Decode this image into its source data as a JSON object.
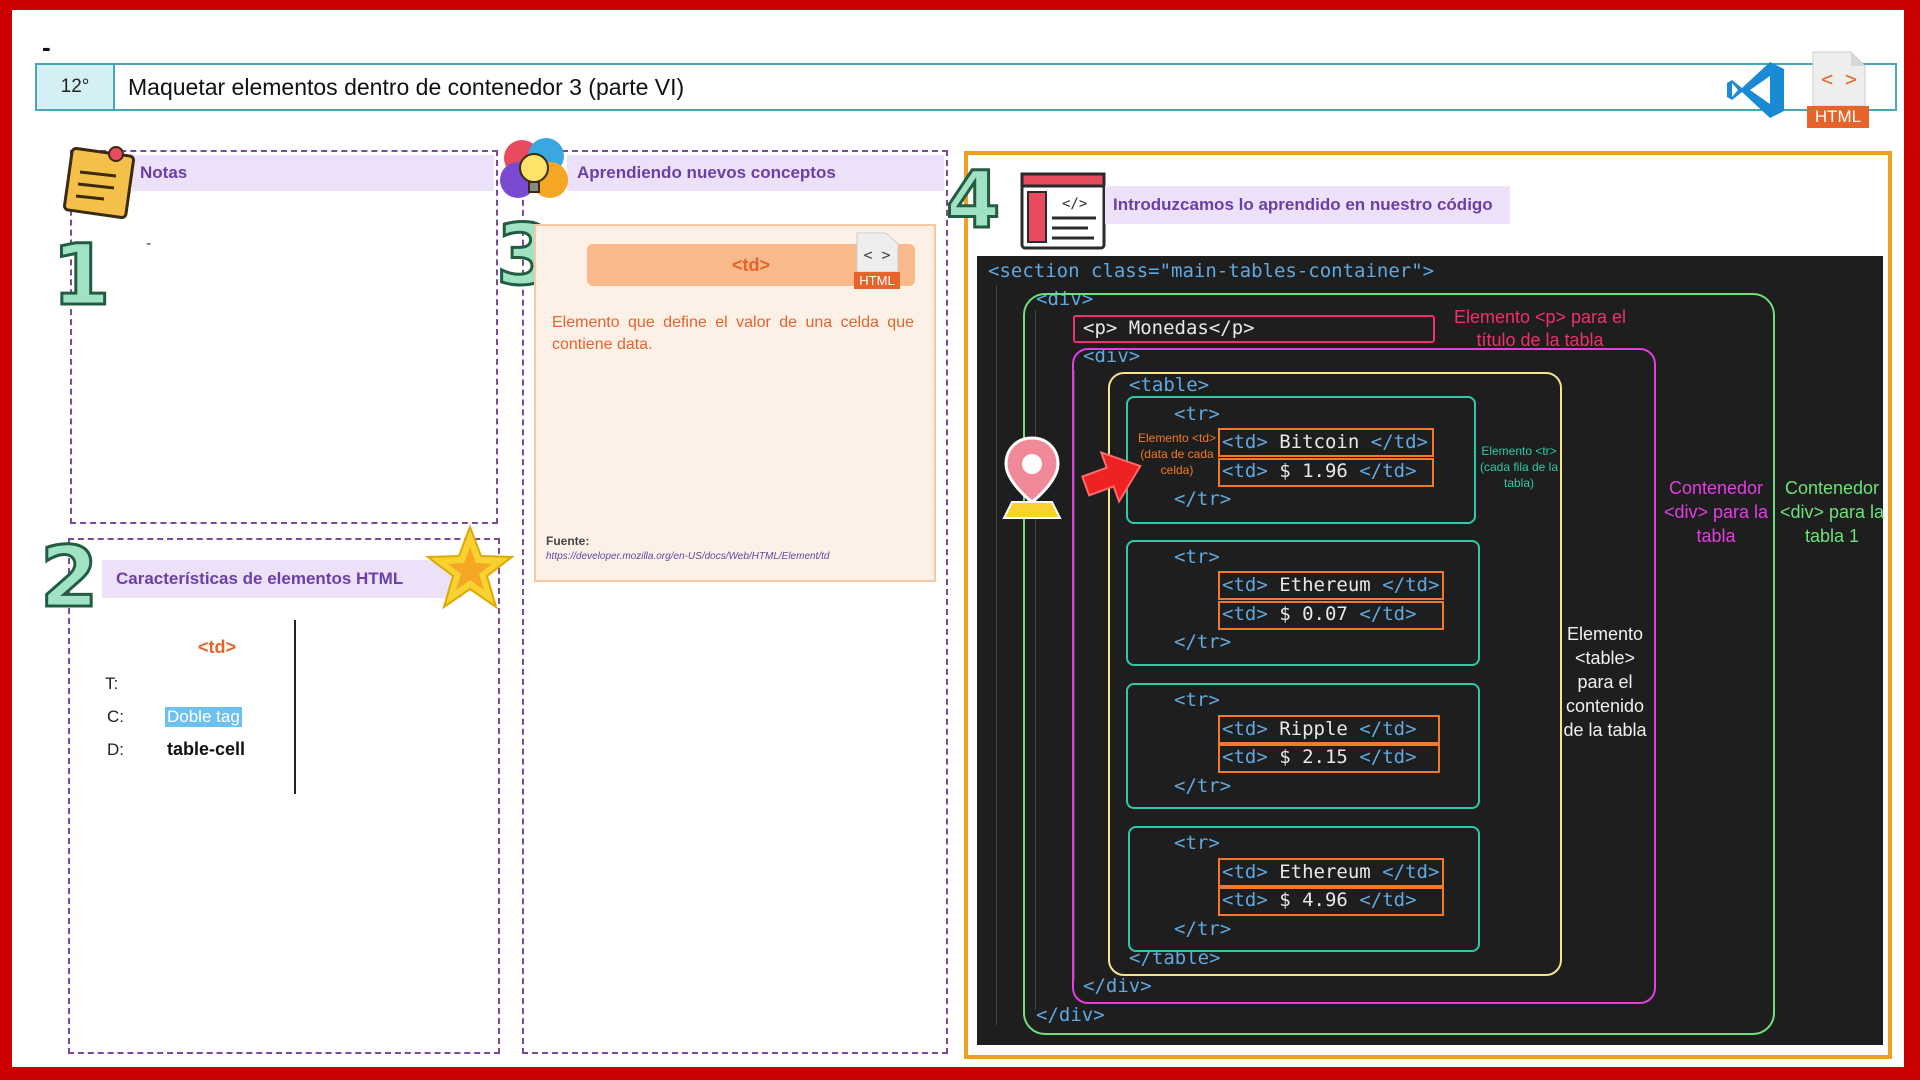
{
  "header": {
    "dash": "-",
    "number": "12°",
    "title": "Maquetar elementos dentro de contenedor 3 (parte VI)",
    "html_badge": "HTML"
  },
  "panel1": {
    "number": "1",
    "title": "Notas",
    "note": "-"
  },
  "panel2": {
    "number": "2",
    "title": "Características de elementos HTML",
    "element": "<td>",
    "rows": [
      {
        "key": "T:",
        "value": ""
      },
      {
        "key": "C:",
        "value": "Doble tag"
      },
      {
        "key": "D:",
        "value": "table-cell"
      }
    ]
  },
  "panel3": {
    "number": "3",
    "title": "Aprendiendo nuevos conceptos",
    "concept": "<td>",
    "html_badge": "HTML",
    "description": "Elemento que define el valor de una celda que contiene data.",
    "source_label": "Fuente:",
    "source_url": "https://developer.mozilla.org/en-US/docs/Web/HTML/Element/td"
  },
  "panel4": {
    "number": "4",
    "title": "Introduzcamos lo aprendido en nuestro código",
    "code": {
      "section_open": "<section class=\"main-tables-container\">",
      "div_open": "<div>",
      "p_line": "<p> Monedas</p>",
      "inner_div_open": "<div>",
      "table_open": "<table>",
      "tr_open": "<tr>",
      "tr_close": "</tr>",
      "table_close": "</table>",
      "inner_div_close": "</div>",
      "div_close": "</div>",
      "rows": [
        {
          "name": "Bitcoin",
          "price": "$ 1.96"
        },
        {
          "name": "Ethereum",
          "price": "$ 0.07"
        },
        {
          "name": "Ripple",
          "price": "$ 2.15"
        },
        {
          "name": "Ethereum",
          "price": "$ 4.96"
        }
      ]
    },
    "annotations": {
      "p_note": "Elemento <p> para el título de la tabla",
      "td_note": "Elemento <td> (data de cada celda)",
      "tr_note": "Elemento <tr> (cada fila de la tabla)",
      "table_note": "Elemento <table> para el contenido de la tabla",
      "div_inner_note": "Contenedor <div> para la tabla",
      "div_outer_note": "Contenedor <div> para la tabla 1"
    },
    "colors": {
      "green": "#6ee07a",
      "magenta": "#e23ee0",
      "yellow": "#f2e58c",
      "teal": "#2fc9a8",
      "orange": "#f07a2a",
      "pink": "#f0306a"
    }
  }
}
